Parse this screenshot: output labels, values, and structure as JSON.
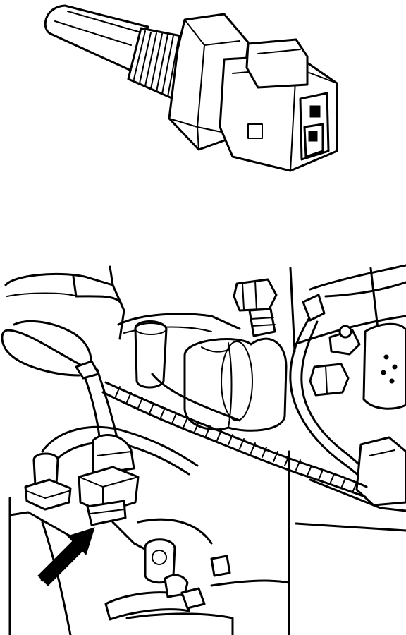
{
  "figure": {
    "top_illustration": "sensor-with-connector",
    "bottom_illustration": "sensor-installed-on-engine",
    "pointer": "arrow-pointing-to-sensor",
    "ink_color": "#000000",
    "paper_color": "#ffffff"
  }
}
